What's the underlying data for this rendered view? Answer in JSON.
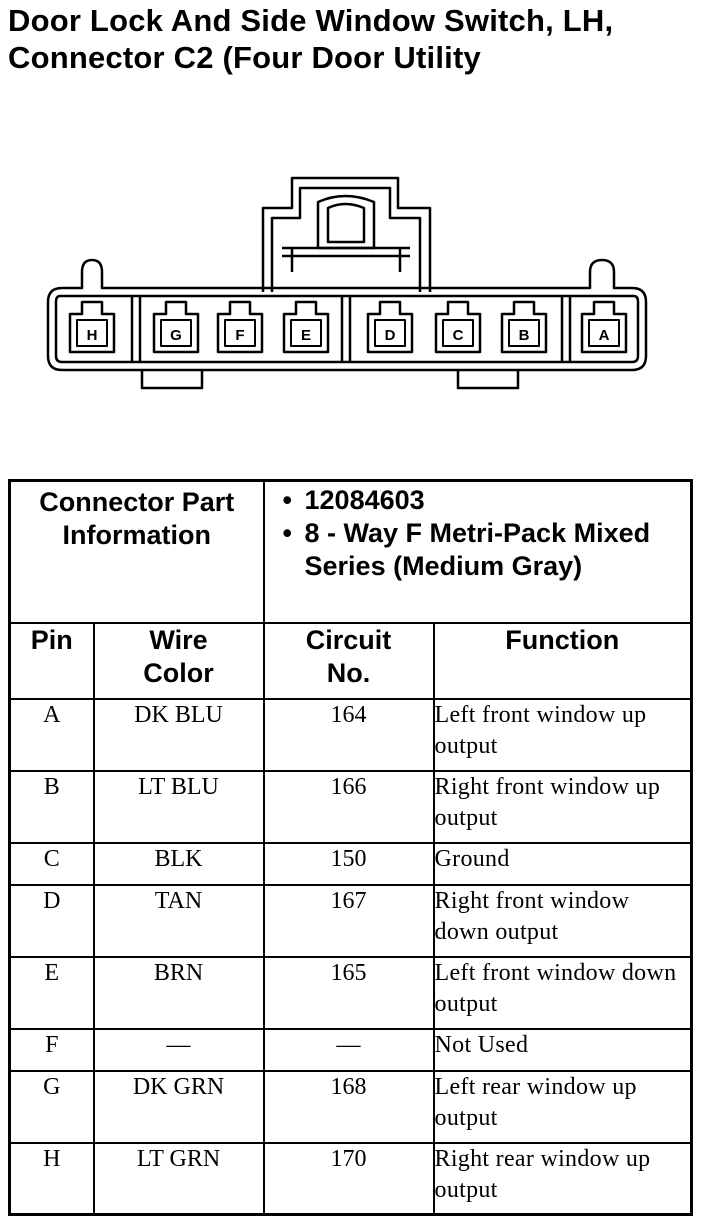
{
  "title": {
    "line1": "Door Lock And Side Window Switch, LH,",
    "line2": "Connector C2 (Four Door Utility"
  },
  "connector_pins": [
    "H",
    "G",
    "F",
    "E",
    "D",
    "C",
    "B",
    "A"
  ],
  "part_info": {
    "label": "Connector Part Information",
    "items": [
      "12084603",
      "8 - Way F Metri-Pack Mixed Series (Medium Gray)"
    ],
    "bullet": "•"
  },
  "headers": {
    "pin": "Pin",
    "wire_color": "Wire Color",
    "circuit": "Circuit No.",
    "function": "Function"
  },
  "rows": [
    {
      "pin": "A",
      "color": "DK BLU",
      "circuit": "164",
      "function": "Left front window up output"
    },
    {
      "pin": "B",
      "color": "LT BLU",
      "circuit": "166",
      "function": "Right front window up output"
    },
    {
      "pin": "C",
      "color": "BLK",
      "circuit": "150",
      "function": "Ground"
    },
    {
      "pin": "D",
      "color": "TAN",
      "circuit": "167",
      "function": "Right front window down output"
    },
    {
      "pin": "E",
      "color": "BRN",
      "circuit": "165",
      "function": "Left front window down output"
    },
    {
      "pin": "F",
      "color": "—",
      "circuit": "—",
      "function": "Not Used"
    },
    {
      "pin": "G",
      "color": "DK GRN",
      "circuit": "168",
      "function": "Left rear window up output"
    },
    {
      "pin": "H",
      "color": "LT GRN",
      "circuit": "170",
      "function": "Right rear window up output"
    }
  ]
}
